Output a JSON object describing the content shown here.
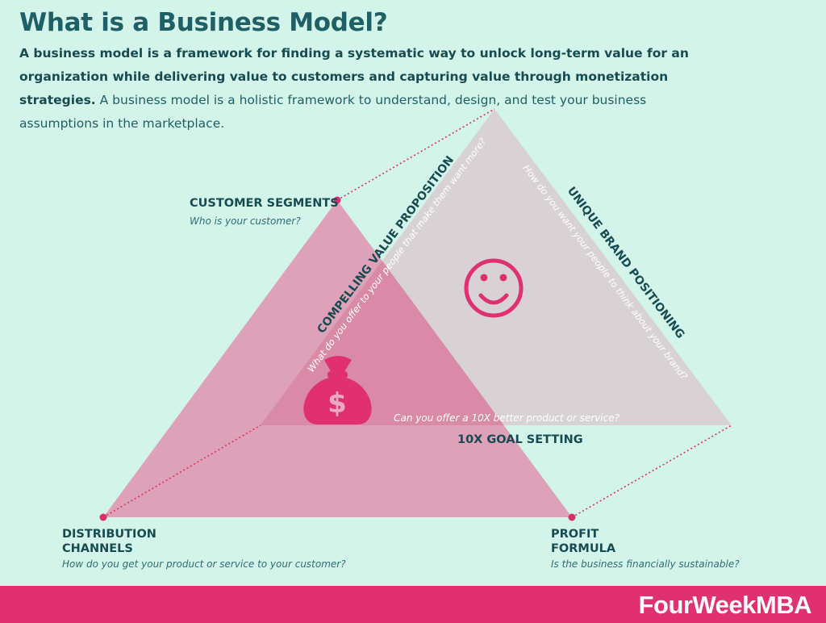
{
  "title": "What is a Business Model?",
  "intro": {
    "bold": "A business model is a framework for finding a systematic way to unlock long-term value for an organization while delivering value to customers and capturing value through monetization strategies.",
    "normal": "A business model is a holistic framework to understand, design, and test your business assumptions in the marketplace."
  },
  "diagram": {
    "customer_segments": {
      "title": "CUSTOMER SEGMENTS",
      "question": "Who is your customer?"
    },
    "distribution": {
      "title_line1": "DISTRIBUTION",
      "title_line2": "CHANNELS",
      "question": "How do you get your product or service to your customer?"
    },
    "profit": {
      "title_line1": "PROFIT",
      "title_line2": "FORMULA",
      "question": "Is the business financially sustainable?"
    },
    "value_prop": {
      "title": "COMPELLING VALUE PROPOSITION",
      "question": "What do you offer to your people that make them want more?"
    },
    "brand": {
      "title": "UNIQUE BRAND POSITIONING",
      "question": "How do you want your people to think about your brand?"
    },
    "goal": {
      "title": "10X GOAL SETTING",
      "question": "Can you offer a 10X better product or service?"
    },
    "money_symbol": "$",
    "icons": [
      "money-bag-icon",
      "smiley-icon"
    ]
  },
  "footer": {
    "brand": "FourWeekMBA"
  },
  "colors": {
    "background": "#d3f4e8",
    "teal": "#1f5f66",
    "pink": "#e0306f",
    "triangle_pink": "#dd9fb5",
    "triangle_grey": "#d8d2d4",
    "overlap": "#d88aa6"
  }
}
